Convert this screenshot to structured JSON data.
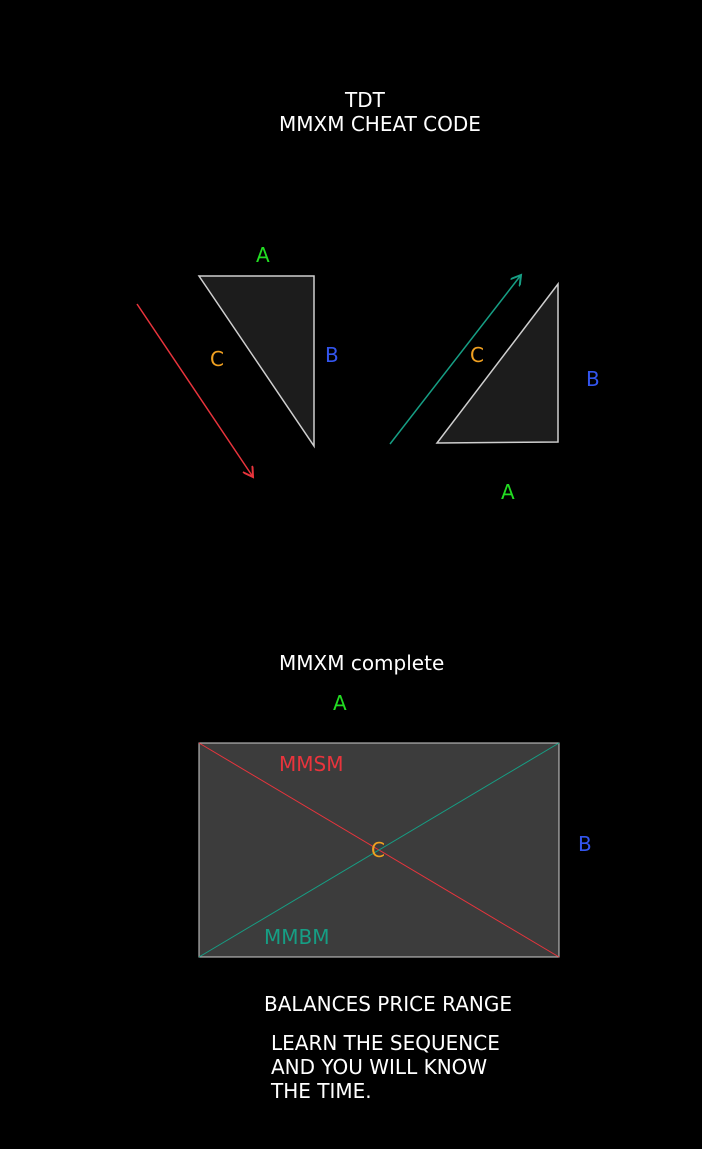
{
  "header": {
    "line1": "TDT",
    "line2": "MMXM CHEAT CODE"
  },
  "triangles": {
    "left": {
      "a": "A",
      "b": "B",
      "c": "C"
    },
    "right": {
      "a": "A",
      "b": "B",
      "c": "C"
    }
  },
  "complete": {
    "title": "MMXM complete",
    "a": "A",
    "b": "B",
    "c": "C",
    "mmsm": "MMSM",
    "mmbm": "MMBM"
  },
  "footer": {
    "balances": "BALANCES PRICE RANGE",
    "line1": "LEARN THE SEQUENCE",
    "line2": "AND YOU WILL KNOW",
    "line3": "THE TIME."
  },
  "colors": {
    "background": "#000000",
    "label_a": "#22dd22",
    "label_b": "#3355ee",
    "label_c": "#f0a020",
    "sell_arrow": "#e8343c",
    "buy_arrow": "#169e84",
    "shape_fill": "#1c1c1c",
    "box_fill": "#3c3c3c",
    "outline": "#cfcfcf"
  }
}
